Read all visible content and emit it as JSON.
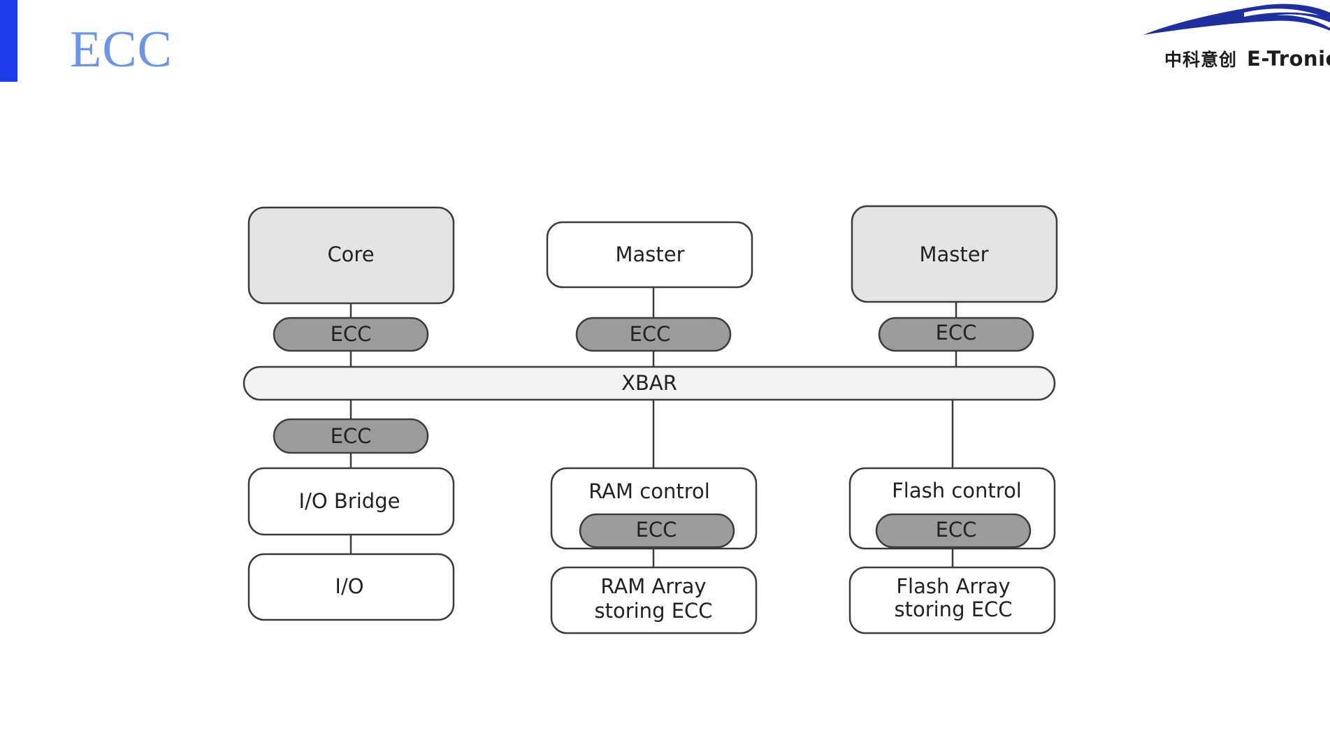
{
  "slide": {
    "title": "ECC"
  },
  "logo": {
    "name_cn": "中科意创",
    "name_en": "E-Tronic",
    "colors": {
      "swoosh": "#1f2f9e",
      "text": "#1d1d1d"
    }
  },
  "colors": {
    "accent_bar": "#1c3ce8",
    "title": "#6e95e4",
    "gray_box": "#e4e4e4",
    "ecc_pill": "#9c9c9c",
    "xbar": "#f2f2f2",
    "outline": "#3c3c3c"
  },
  "diagram": {
    "core": {
      "label": "Core"
    },
    "master_center": {
      "label": "Master"
    },
    "master_right": {
      "label": "Master"
    },
    "ecc_core_top": {
      "label": "ECC"
    },
    "ecc_center_top": {
      "label": "ECC"
    },
    "ecc_right_top": {
      "label": "ECC"
    },
    "xbar": {
      "label": "XBAR"
    },
    "ecc_core_bottom": {
      "label": "ECC"
    },
    "io_bridge": {
      "label": "I/O Bridge"
    },
    "io": {
      "label": "I/O"
    },
    "ram_control": {
      "label": "RAM control",
      "ecc_label": "ECC"
    },
    "flash_control": {
      "label": "Flash control",
      "ecc_label": "ECC"
    },
    "ram_array": {
      "line1": "RAM Array",
      "line2": "storing ECC"
    },
    "flash_array": {
      "line1": "Flash Array",
      "line2": "storing ECC"
    }
  }
}
